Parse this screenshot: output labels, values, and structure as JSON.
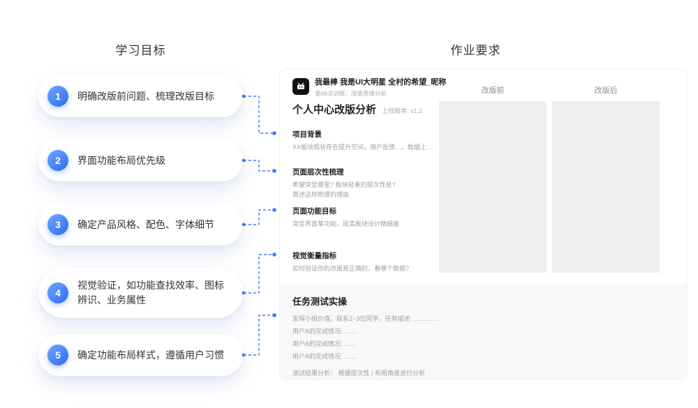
{
  "page": {
    "left_title": "学习目标",
    "right_title": "作业要求"
  },
  "goals": [
    {
      "num": "1",
      "text": "明确改版前问题、梳理改版目标"
    },
    {
      "num": "2",
      "text": "界面功能布局优先级"
    },
    {
      "num": "3",
      "text": "确定产品风格、配色、字体细节"
    },
    {
      "num": "4",
      "text": "视觉验证，如功能查找效率、图标辨识、业务属性"
    },
    {
      "num": "5",
      "text": "确定功能布局样式，遵循用户习惯"
    }
  ],
  "doc": {
    "author": "我最棒 我是UI大明星 全村的希望_昵称",
    "course": "第08次训练：改版思维分析",
    "title": "个人中心改版分析",
    "version": "上线版本: v1.2",
    "sections": [
      {
        "heading": "项目背景",
        "line1": "XX板块现状存在提升空间，用户反馈…，数据上…"
      },
      {
        "heading": "页面层次性梳理",
        "line1": "希望突显哪里? 板块轻重的层次性是?",
        "line2": "简述这样梳理的理由"
      },
      {
        "heading": "页面功能目标",
        "line1": "突显界面某功能，提高板块设计精细度"
      },
      {
        "heading": "视觉衡量指标",
        "line1": "如何验证你的改版是正确的，看哪个数据?"
      }
    ],
    "before_label": "改版前",
    "after_label": "改版后"
  },
  "task": {
    "title": "任务测试实操",
    "intro": "发挥小组价值，联系2~3位同学，任务描述: …………",
    "users": [
      "用户A的完成情况: ……",
      "用户A的完成情况: ……",
      "用户A的完成情况: ……"
    ],
    "result": "测试结果分析： 根据层次性 / 布局角度进行分析"
  },
  "colors": {
    "accent": "#3E7BFA",
    "card_text": "#333333",
    "muted_text": "#A0A0A0",
    "placeholder_bg": "#EFEFEF",
    "task_bg": "#F7F8FA"
  }
}
